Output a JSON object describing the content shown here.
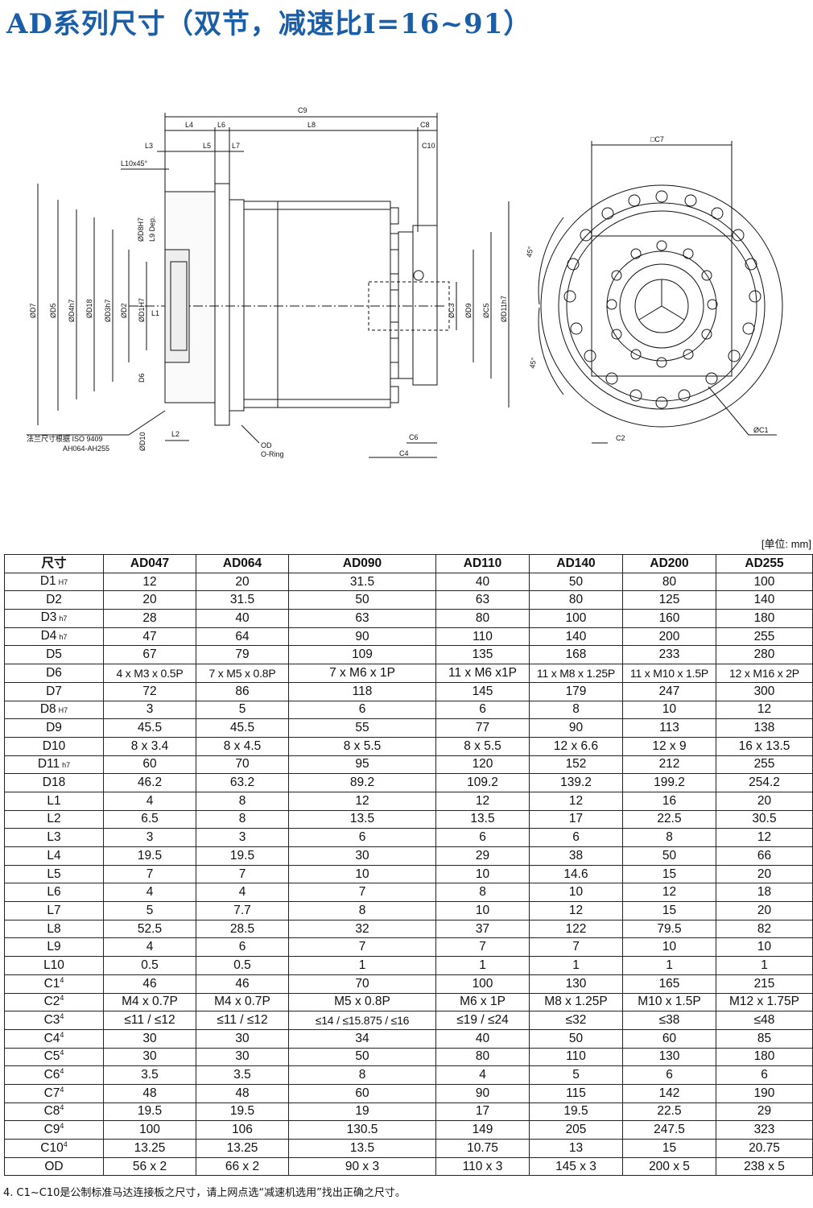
{
  "title": "AD系列尺寸（双节，减速比I=16~91）",
  "drawing_labels": {
    "C9": "C9",
    "L4": "L4",
    "L6": "L6",
    "L8": "L8",
    "C8": "C8",
    "L3": "L3",
    "L5": "L5",
    "L7": "L7",
    "C10": "C10",
    "L10": "L10x45°",
    "D8": "ØD8H7",
    "L9": "L9 Dep.",
    "D7": "ØD7",
    "D5": "ØD5",
    "D4": "ØD4h7",
    "D18": "ØD18",
    "D3": "ØD3h7",
    "D2": "ØD2",
    "D1": "ØD1H7",
    "L1": "L1",
    "D6": "D6",
    "C3": "ØC3",
    "D9": "ØD9",
    "C5": "ØC5",
    "D11": "ØD11h7",
    "D10": "ØD10",
    "L2": "L2",
    "flange_note_1": "法兰尺寸根据 ISO 9409",
    "flange_note_2": "AH064-AH255",
    "OD": "OD",
    "oring": "O-Ring",
    "C6": "C6",
    "C4": "C4",
    "C7": "□C7",
    "C2": "C2",
    "C1": "ØC1",
    "angle1": "45°",
    "angle2": "45°"
  },
  "unit_label": "[单位: mm]",
  "table": {
    "header_label": "尺寸",
    "columns": [
      "AD047",
      "AD064",
      "AD090",
      "AD110",
      "AD140",
      "AD200",
      "AD255"
    ],
    "rows": [
      {
        "name": "D1",
        "suffix": "H7",
        "sup": "",
        "values": [
          "12",
          "20",
          "31.5",
          "40",
          "50",
          "80",
          "100"
        ]
      },
      {
        "name": "D2",
        "suffix": "",
        "sup": "",
        "values": [
          "20",
          "31.5",
          "50",
          "63",
          "80",
          "125",
          "140"
        ]
      },
      {
        "name": "D3",
        "suffix": "h7",
        "sup": "",
        "values": [
          "28",
          "40",
          "63",
          "80",
          "100",
          "160",
          "180"
        ]
      },
      {
        "name": "D4",
        "suffix": "h7",
        "sup": "",
        "values": [
          "47",
          "64",
          "90",
          "110",
          "140",
          "200",
          "255"
        ]
      },
      {
        "name": "D5",
        "suffix": "",
        "sup": "",
        "values": [
          "67",
          "79",
          "109",
          "135",
          "168",
          "233",
          "280"
        ]
      },
      {
        "name": "D6",
        "suffix": "",
        "sup": "",
        "values": [
          "4 x M3 x 0.5P",
          "7 x M5 x 0.8P",
          "7 x M6 x 1P",
          "11 x M6 x1P",
          "11 x M8 x 1.25P",
          "11 x M10 x 1.5P",
          "12 x M16 x 2P"
        ]
      },
      {
        "name": "D7",
        "suffix": "",
        "sup": "",
        "values": [
          "72",
          "86",
          "118",
          "145",
          "179",
          "247",
          "300"
        ]
      },
      {
        "name": "D8",
        "suffix": "H7",
        "sup": "",
        "values": [
          "3",
          "5",
          "6",
          "6",
          "8",
          "10",
          "12"
        ]
      },
      {
        "name": "D9",
        "suffix": "",
        "sup": "",
        "values": [
          "45.5",
          "45.5",
          "55",
          "77",
          "90",
          "113",
          "138"
        ]
      },
      {
        "name": "D10",
        "suffix": "",
        "sup": "",
        "values": [
          "8 x 3.4",
          "8 x 4.5",
          "8 x 5.5",
          "8 x 5.5",
          "12 x 6.6",
          "12 x 9",
          "16 x 13.5"
        ]
      },
      {
        "name": "D11",
        "suffix": "h7",
        "sup": "",
        "values": [
          "60",
          "70",
          "95",
          "120",
          "152",
          "212",
          "255"
        ]
      },
      {
        "name": "D18",
        "suffix": "",
        "sup": "",
        "values": [
          "46.2",
          "63.2",
          "89.2",
          "109.2",
          "139.2",
          "199.2",
          "254.2"
        ]
      },
      {
        "name": "L1",
        "suffix": "",
        "sup": "",
        "values": [
          "4",
          "8",
          "12",
          "12",
          "12",
          "16",
          "20"
        ]
      },
      {
        "name": "L2",
        "suffix": "",
        "sup": "",
        "values": [
          "6.5",
          "8",
          "13.5",
          "13.5",
          "17",
          "22.5",
          "30.5"
        ]
      },
      {
        "name": "L3",
        "suffix": "",
        "sup": "",
        "values": [
          "3",
          "3",
          "6",
          "6",
          "6",
          "8",
          "12"
        ]
      },
      {
        "name": "L4",
        "suffix": "",
        "sup": "",
        "values": [
          "19.5",
          "19.5",
          "30",
          "29",
          "38",
          "50",
          "66"
        ]
      },
      {
        "name": "L5",
        "suffix": "",
        "sup": "",
        "values": [
          "7",
          "7",
          "10",
          "10",
          "14.6",
          "15",
          "20"
        ]
      },
      {
        "name": "L6",
        "suffix": "",
        "sup": "",
        "values": [
          "4",
          "4",
          "7",
          "8",
          "10",
          "12",
          "18"
        ]
      },
      {
        "name": "L7",
        "suffix": "",
        "sup": "",
        "values": [
          "5",
          "7.7",
          "8",
          "10",
          "12",
          "15",
          "20"
        ]
      },
      {
        "name": "L8",
        "suffix": "",
        "sup": "",
        "values": [
          "52.5",
          "28.5",
          "32",
          "37",
          "122",
          "79.5",
          "82"
        ]
      },
      {
        "name": "L9",
        "suffix": "",
        "sup": "",
        "values": [
          "4",
          "6",
          "7",
          "7",
          "7",
          "10",
          "10"
        ]
      },
      {
        "name": "L10",
        "suffix": "",
        "sup": "",
        "values": [
          "0.5",
          "0.5",
          "1",
          "1",
          "1",
          "1",
          "1"
        ]
      },
      {
        "name": "C1",
        "suffix": "",
        "sup": "4",
        "values": [
          "46",
          "46",
          "70",
          "100",
          "130",
          "165",
          "215"
        ]
      },
      {
        "name": "C2",
        "suffix": "",
        "sup": "4",
        "values": [
          "M4 x 0.7P",
          "M4 x 0.7P",
          "M5 x 0.8P",
          "M6 x 1P",
          "M8 x 1.25P",
          "M10 x 1.5P",
          "M12 x 1.75P"
        ]
      },
      {
        "name": "C3",
        "suffix": "",
        "sup": "4",
        "values": [
          "≤11 / ≤12",
          "≤11 / ≤12",
          "≤14 / ≤15.875 / ≤16",
          "≤19 / ≤24",
          "≤32",
          "≤38",
          "≤48"
        ]
      },
      {
        "name": "C4",
        "suffix": "",
        "sup": "4",
        "values": [
          "30",
          "30",
          "34",
          "40",
          "50",
          "60",
          "85"
        ]
      },
      {
        "name": "C5",
        "suffix": "",
        "sup": "4",
        "values": [
          "30",
          "30",
          "50",
          "80",
          "110",
          "130",
          "180"
        ]
      },
      {
        "name": "C6",
        "suffix": "",
        "sup": "4",
        "values": [
          "3.5",
          "3.5",
          "8",
          "4",
          "5",
          "6",
          "6"
        ]
      },
      {
        "name": "C7",
        "suffix": "",
        "sup": "4",
        "values": [
          "48",
          "48",
          "60",
          "90",
          "115",
          "142",
          "190"
        ]
      },
      {
        "name": "C8",
        "suffix": "",
        "sup": "4",
        "values": [
          "19.5",
          "19.5",
          "19",
          "17",
          "19.5",
          "22.5",
          "29"
        ]
      },
      {
        "name": "C9",
        "suffix": "",
        "sup": "4",
        "values": [
          "100",
          "106",
          "130.5",
          "149",
          "205",
          "247.5",
          "323"
        ]
      },
      {
        "name": "C10",
        "suffix": "",
        "sup": "4",
        "values": [
          "13.25",
          "13.25",
          "13.5",
          "10.75",
          "13",
          "15",
          "20.75"
        ]
      },
      {
        "name": "OD",
        "suffix": "",
        "sup": "",
        "values": [
          "56 x 2",
          "66 x 2",
          "90 x 3",
          "110 x 3",
          "145 x 3",
          "200 x 5",
          "238 x 5"
        ]
      }
    ]
  },
  "footnote": "4. C1~C10是公制标准马达连接板之尺寸，请上网点选“减速机选用”找出正确之尺寸。"
}
